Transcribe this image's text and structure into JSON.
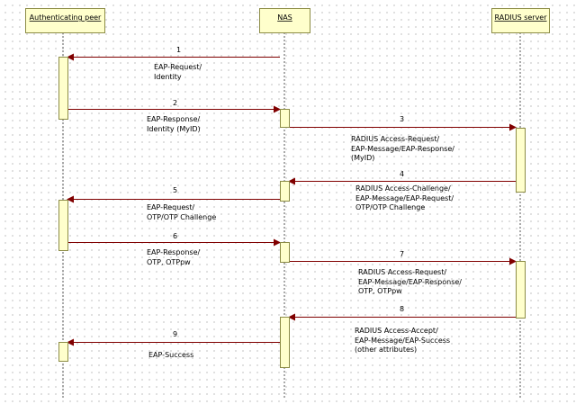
{
  "participants": [
    {
      "id": "peer",
      "name": "Authenticating peer"
    },
    {
      "id": "nas",
      "name": "NAS"
    },
    {
      "id": "radius",
      "name": "RADIUS server"
    }
  ],
  "messages": [
    {
      "number": "1",
      "from": "nas",
      "to": "peer",
      "label": "EAP-Request/\nIdentity"
    },
    {
      "number": "2",
      "from": "peer",
      "to": "nas",
      "label": "EAP-Response/\nIdentity (MyID)"
    },
    {
      "number": "3",
      "from": "nas",
      "to": "radius",
      "label": "RADIUS Access-Request/\nEAP-Message/EAP-Response/\n(MyID)"
    },
    {
      "number": "4",
      "from": "radius",
      "to": "nas",
      "label": "RADIUS Access-Challenge/\nEAP-Message/EAP-Request/\nOTP/OTP Challenge"
    },
    {
      "number": "5",
      "from": "nas",
      "to": "peer",
      "label": "EAP-Request/\nOTP/OTP Challenge"
    },
    {
      "number": "6",
      "from": "peer",
      "to": "nas",
      "label": "EAP-Response/\nOTP, OTPpw"
    },
    {
      "number": "7",
      "from": "nas",
      "to": "radius",
      "label": "RADIUS Access-Request/\nEAP-Message/EAP-Response/\nOTP, OTPpw"
    },
    {
      "number": "8",
      "from": "radius",
      "to": "nas",
      "label": "RADIUS Access-Accept/\nEAP-Message/EAP-Success\n(other attributes)"
    },
    {
      "number": "9",
      "from": "nas",
      "to": "peer",
      "label": "EAP-Success"
    }
  ],
  "colors": {
    "box_fill": "#ffffcc",
    "box_border": "#8c8c46",
    "arrow": "#800000",
    "lifeline": "#555555",
    "activation_fill": "#ffffcc"
  }
}
